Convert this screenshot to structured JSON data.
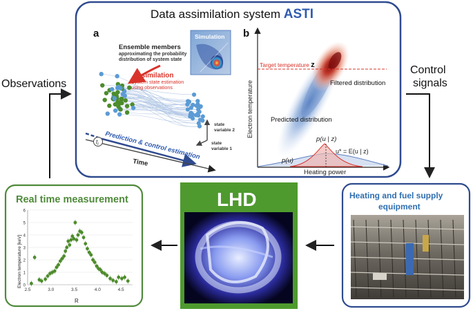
{
  "colors": {
    "navy": "#2f4b8f",
    "green_frame": "#4f8a3a",
    "green_dots": "#4c8c2b",
    "blue_dots": "#5b9bd5",
    "lhd_green": "#4e9a2e",
    "red": "#d9342b",
    "dark": "#222222"
  },
  "asti": {
    "title_prefix": "Data assimilation system ",
    "title_name": "ASTI"
  },
  "panel_a": {
    "letter": "a",
    "ensemble_title": "Ensemble members",
    "ensemble_sub1": "approximating the probability",
    "ensemble_sub2": "distribution of system state",
    "simulation_label": "Simulation",
    "assimilation_title": "Assimilation",
    "assimilation_sub1": "System state estimation",
    "assimilation_sub2": "using observations",
    "prediction_label": "Prediction & control estimation",
    "time_label": "Time",
    "t_symbol": "t",
    "t_subscript": "i",
    "state_var2_line1": "state",
    "state_var2_line2": "variable 2",
    "state_var1_line1": "state",
    "state_var1_line2": "variable 1"
  },
  "panel_b": {
    "letter": "b",
    "y_label": "Electron temperature",
    "x_label": "Heating power",
    "target_label": "Target temperature ",
    "target_symbol": "z",
    "filtered_label": "Filtered distribution",
    "predicted_label": "Predicted distribution",
    "pu_label": "p(u)",
    "puz_label": "p(u | z)",
    "ustar_label": "u* = E(u | z)"
  },
  "observations_label": "Observations",
  "control_line1": "Control",
  "control_line2": "signals",
  "lhd_label": "LHD",
  "realtime": {
    "title": "Real time measurement",
    "ylabel": "Electron temperature  [keV]",
    "xlabel": "R"
  },
  "heating": {
    "title_line1": "Heating and fuel supply",
    "title_line2": "equipment"
  },
  "chart_data": {
    "type": "scatter",
    "title": "Real time measurement",
    "xlabel": "R",
    "ylabel": "Electron temperature  [keV]",
    "xlim": [
      2.5,
      4.75
    ],
    "ylim": [
      0,
      6
    ],
    "x_ticks": [
      "2.5",
      "3.0",
      "3.5",
      "4.0",
      "4.5"
    ],
    "y_ticks": [
      "0",
      "1",
      "2",
      "3",
      "4",
      "5",
      "6"
    ],
    "x": [
      2.58,
      2.65,
      2.75,
      2.8,
      2.88,
      2.93,
      2.98,
      3.03,
      3.08,
      3.12,
      3.16,
      3.2,
      3.24,
      3.28,
      3.31,
      3.34,
      3.37,
      3.4,
      3.43,
      3.46,
      3.49,
      3.52,
      3.55,
      3.58,
      3.62,
      3.66,
      3.7,
      3.74,
      3.78,
      3.82,
      3.86,
      3.9,
      3.94,
      3.98,
      4.02,
      4.06,
      4.1,
      4.15,
      4.2,
      4.27,
      4.33,
      4.4,
      4.45,
      4.52,
      4.58,
      4.65
    ],
    "y": [
      0.1,
      2.2,
      0.4,
      0.3,
      0.45,
      0.7,
      0.9,
      1.0,
      1.1,
      1.4,
      1.6,
      1.9,
      2.1,
      2.3,
      2.7,
      3.0,
      3.5,
      3.2,
      3.6,
      3.9,
      3.7,
      5.0,
      3.6,
      4.0,
      4.3,
      4.2,
      3.8,
      3.3,
      2.9,
      2.6,
      2.4,
      2.0,
      1.8,
      1.5,
      1.3,
      1.2,
      1.0,
      0.9,
      0.75,
      0.5,
      0.35,
      0.25,
      0.6,
      0.5,
      0.6,
      0.3
    ]
  }
}
